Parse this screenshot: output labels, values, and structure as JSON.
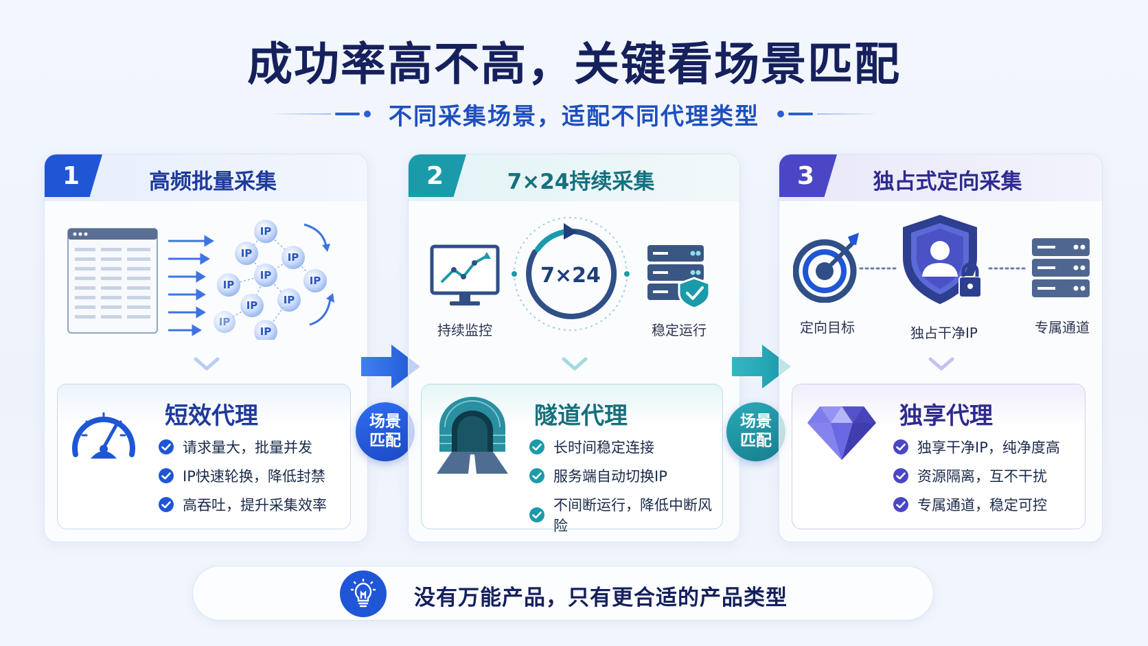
{
  "title": "成功率高不高，关键看场景匹配",
  "subtitle": "不同采集场景，适配不同代理类型",
  "colors": {
    "blue": "#1f56d6",
    "teal": "#1b9aaa",
    "purple": "#4a46c6",
    "navy": "#15205c"
  },
  "cards": [
    {
      "number": "1",
      "title": "高频批量采集",
      "ip_label": "IP",
      "product": "短效代理",
      "features": [
        "请求量大，批量并发",
        "IP快速轮换，降低封禁",
        "高吞吐，提升采集效率"
      ],
      "icon": "speedometer-icon"
    },
    {
      "number": "2",
      "title": "7×24持续采集",
      "clock_label": "7×24",
      "icon_labels": [
        "持续监控",
        "稳定运行"
      ],
      "product": "隧道代理",
      "features": [
        "长时间稳定连接",
        "服务端自动切换IP",
        "不间断运行，降低中断风险"
      ],
      "icon": "tunnel-icon"
    },
    {
      "number": "3",
      "title": "独占式定向采集",
      "icon_labels": [
        "定向目标",
        "独占干净IP",
        "专属通道"
      ],
      "product": "独享代理",
      "features": [
        "独享干净IP，纯净度高",
        "资源隔离，互不干扰",
        "专属通道，稳定可控"
      ],
      "icon": "diamond-icon"
    }
  ],
  "connectors": [
    {
      "line1": "场景",
      "line2": "匹配"
    },
    {
      "line1": "场景",
      "line2": "匹配"
    }
  ],
  "footer": "没有万能产品，只有更合适的产品类型"
}
